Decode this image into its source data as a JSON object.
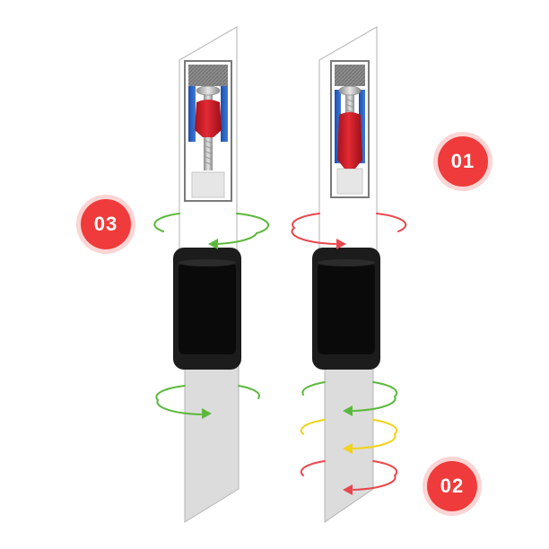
{
  "steps": [
    {
      "id": "01",
      "label": "01",
      "color": "#ef3b3b"
    },
    {
      "id": "02",
      "label": "02",
      "color": "#ef3b3b"
    },
    {
      "id": "03",
      "label": "03",
      "color": "#ef3b3b"
    }
  ],
  "rotation_colors": {
    "green": "#5cb83c",
    "red": "#e8474d",
    "yellow": "#f2d21a"
  },
  "tools": [
    {
      "name": "left-tool",
      "rotations": [
        "green",
        "green"
      ]
    },
    {
      "name": "right-tool",
      "rotations": [
        "red",
        "green",
        "yellow",
        "red"
      ]
    }
  ]
}
